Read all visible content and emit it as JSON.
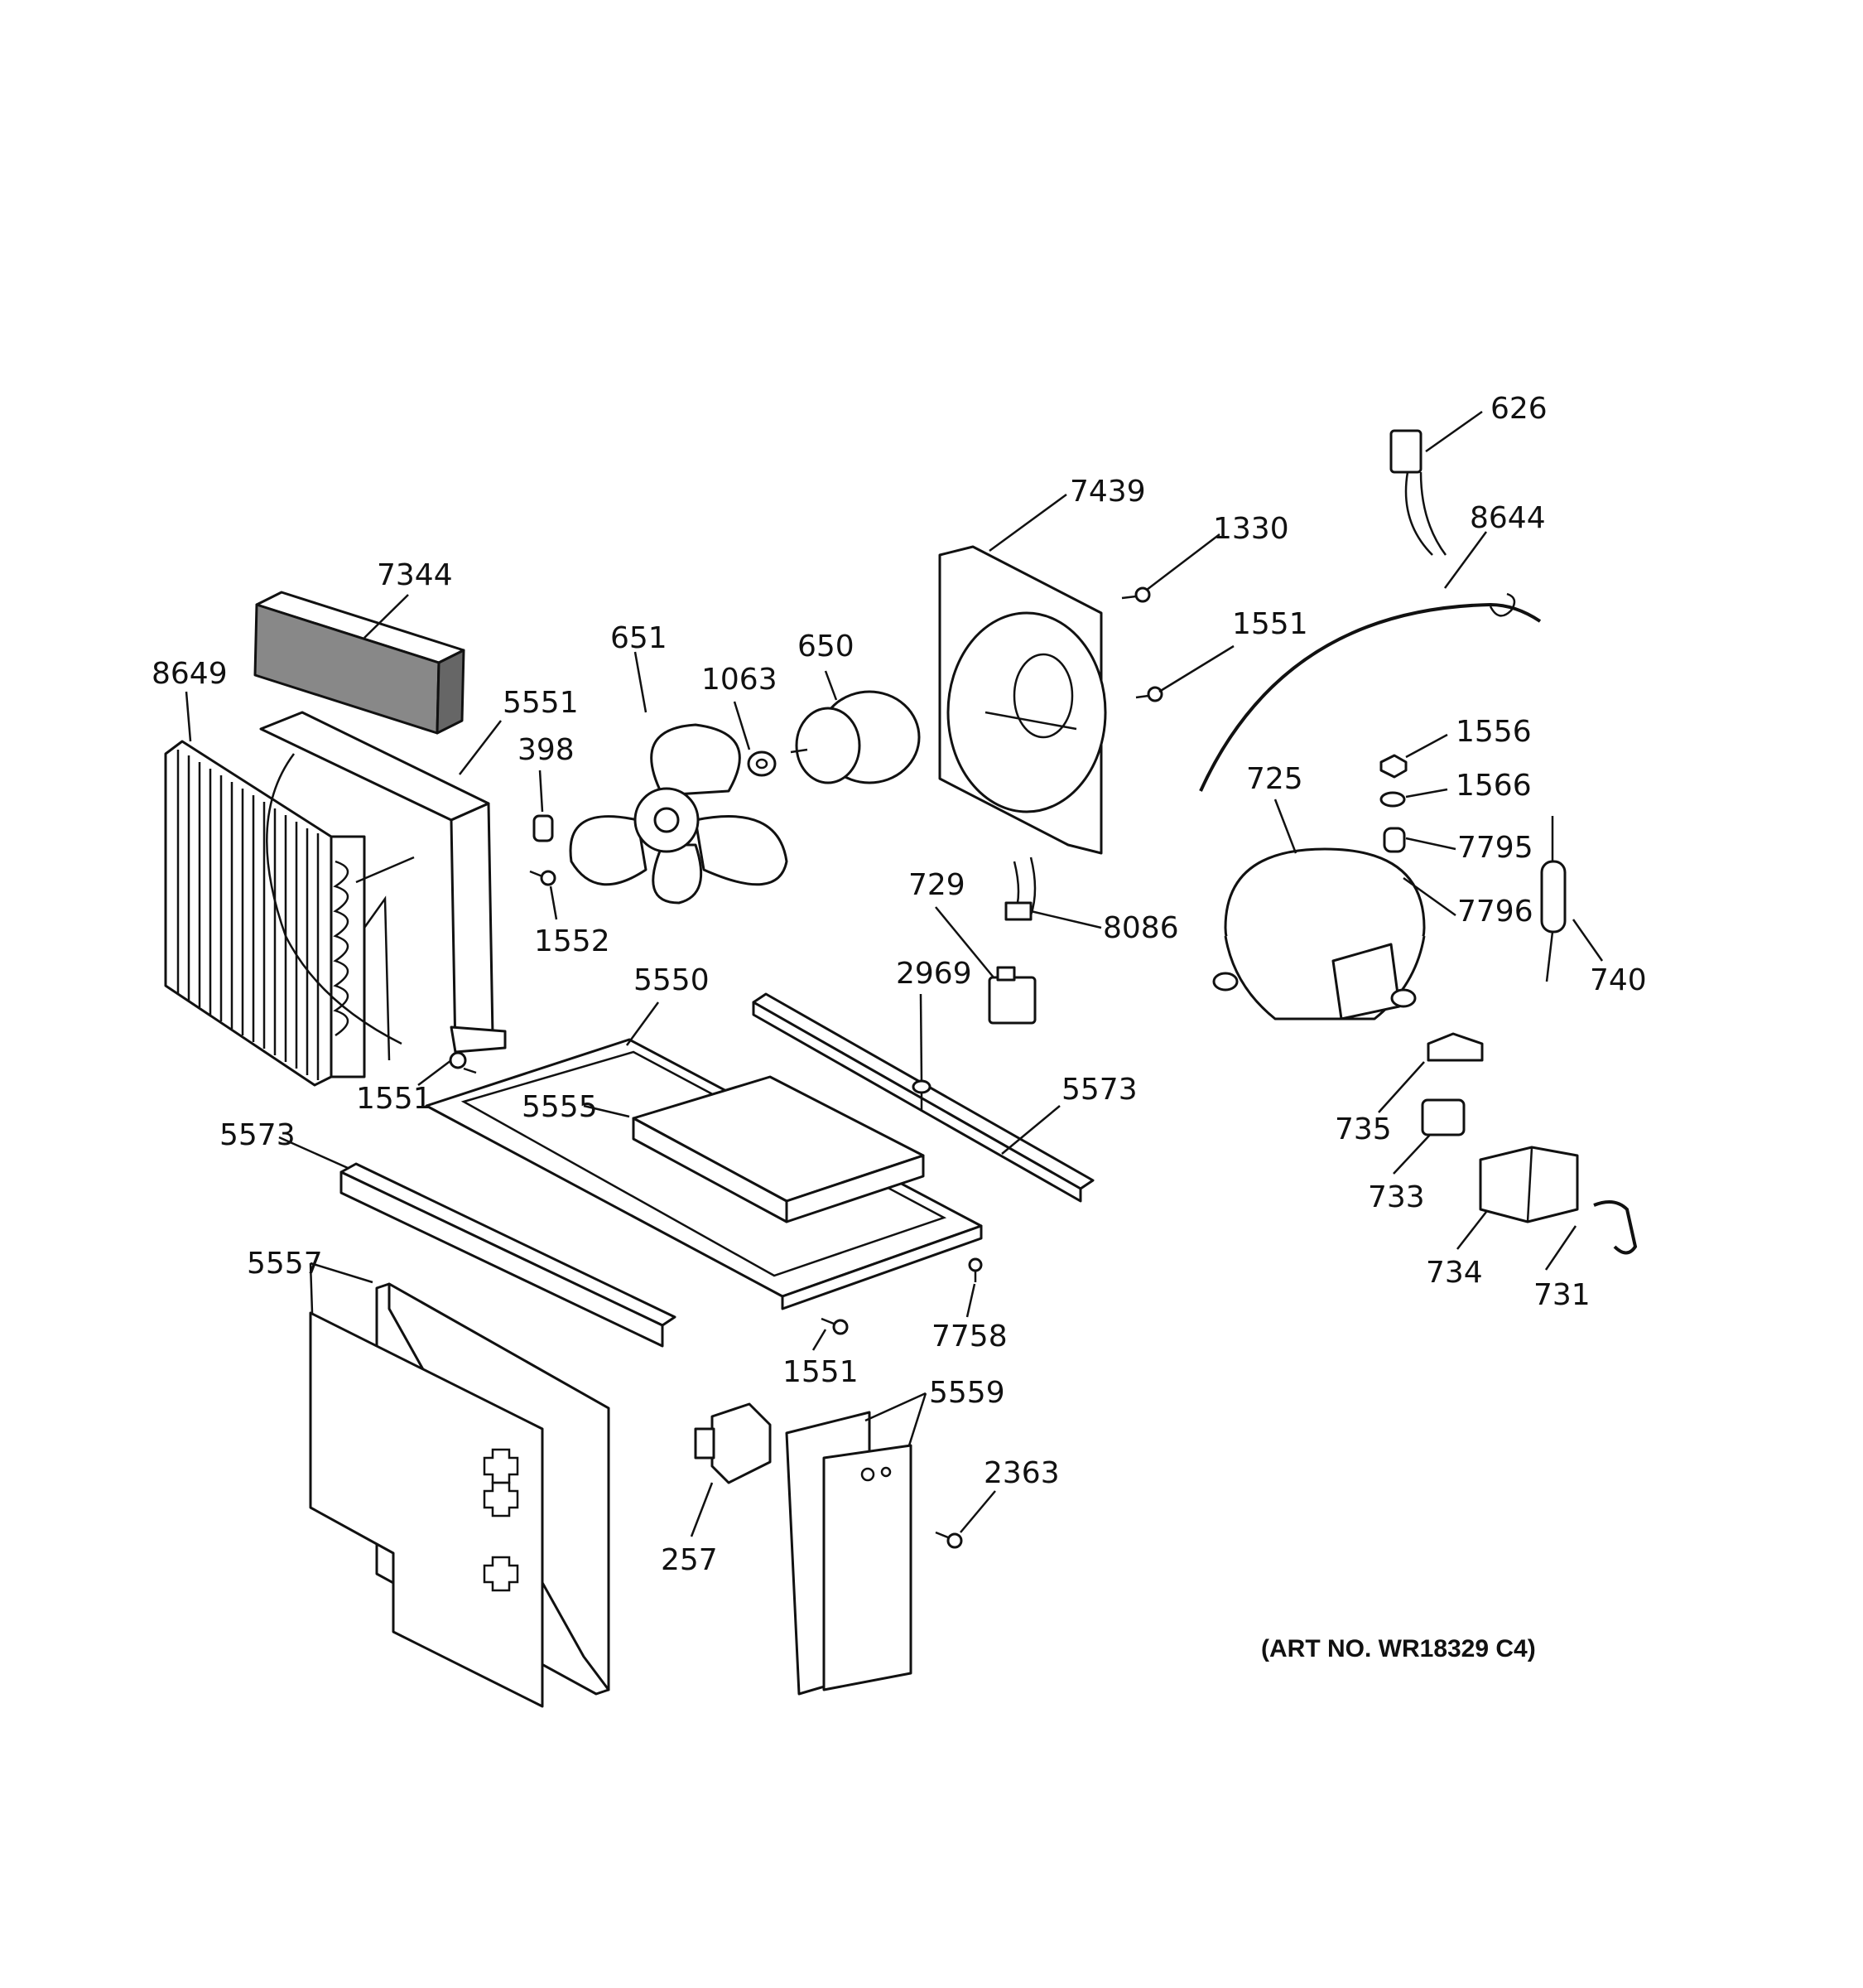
{
  "parts": {
    "p626": "626",
    "p8644": "8644",
    "p7439": "7439",
    "p1330": "1330",
    "p1551_top": "1551",
    "p7344": "7344",
    "p8649": "8649",
    "p5551": "5551",
    "p651": "651",
    "p1063": "1063",
    "p650": "650",
    "p398": "398",
    "p1552": "1552",
    "p1556": "1556",
    "p1566": "1566",
    "p725": "725",
    "p7795": "7795",
    "p7796": "7796",
    "p740": "740",
    "p729": "729",
    "p8086": "8086",
    "p5550": "5550",
    "p2969": "2969",
    "p1551_left": "1551",
    "p5555": "5555",
    "p5573_right": "5573",
    "p5573_left": "5573",
    "p735": "735",
    "p733": "733",
    "p734": "734",
    "p731": "731",
    "p5557": "5557",
    "p7758": "7758",
    "p1551_bottom": "1551",
    "p5559": "5559",
    "p2363": "2363",
    "p257": "257"
  },
  "art_number": "(ART NO. WR18329 C4)"
}
